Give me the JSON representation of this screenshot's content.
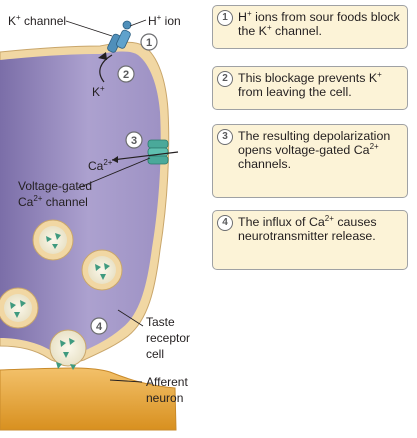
{
  "labels": {
    "k_channel": "K",
    "k_channel_sup": "+",
    "k_channel_rest": " channel",
    "h_ion": "H",
    "h_ion_sup": "+",
    "h_ion_rest": " ion",
    "k_ion": "K",
    "k_ion_sup": "+",
    "ca_ion": "Ca",
    "ca_ion_sup": "2+",
    "vg_line1": "Voltage-gated",
    "vg_line2_pre": "Ca",
    "vg_line2_sup": "2+",
    "vg_line2_post": " channel",
    "taste_1": "Taste",
    "taste_2": "receptor",
    "taste_3": "cell",
    "aff_1": "Afferent",
    "aff_2": "neuron"
  },
  "markers": [
    "1",
    "2",
    "3",
    "4"
  ],
  "steps": [
    {
      "num": "1",
      "a": "H",
      "a_sup": "+",
      "b": " ions from sour foods block the K",
      "b_sup": "+",
      "c": " channel."
    },
    {
      "num": "2",
      "a": "This blockage prevents K",
      "a_sup": "+",
      "b": " from leaving the cell."
    },
    {
      "num": "3",
      "a": "The resulting depolarization opens voltage-gated Ca",
      "a_sup": "2+",
      "b": " channels."
    },
    {
      "num": "4",
      "a": "The influx of Ca",
      "a_sup": "2+",
      "b": " causes neurotransmitter release."
    }
  ],
  "colors": {
    "cell_fill": "#a79cc9",
    "membrane": "#f1d7a3",
    "neuron": "#e8a53a",
    "channel": "#4f8fba",
    "ca_channel": "#4aa99a",
    "vesicle_inner": "#f5f1df",
    "neurotransmitter": "#3f9a7f",
    "step_box": "#fcf3d7"
  }
}
